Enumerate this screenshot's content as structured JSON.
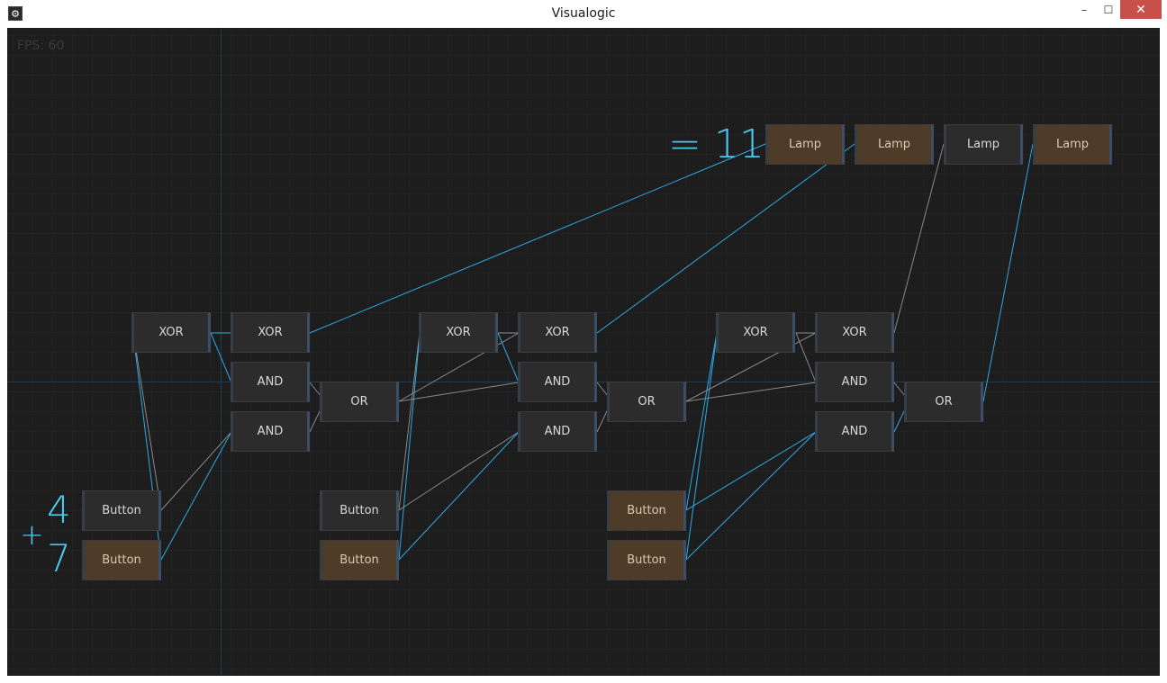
{
  "window": {
    "title": "Visualogic",
    "minimize": "–",
    "maximize": "☐",
    "close": "✕"
  },
  "overlay": {
    "fps": "FPS: 60"
  },
  "annotations": {
    "operand_a": "4",
    "plus": "+",
    "operand_b": "7",
    "result": "= 11"
  },
  "colors": {
    "wire_on": "#2ea9e6",
    "wire_off": "#8a8a8a",
    "node_on": "#4e3c28",
    "node_off": "#2c2c2c",
    "accent_text": "#4cc8ef"
  },
  "lamps": [
    {
      "label": "Lamp",
      "state": "on"
    },
    {
      "label": "Lamp",
      "state": "on"
    },
    {
      "label": "Lamp",
      "state": "off"
    },
    {
      "label": "Lamp",
      "state": "on"
    }
  ],
  "adder_stages": [
    {
      "gates": {
        "xor1": "XOR",
        "xor2": "XOR",
        "and1": "AND",
        "and2": "AND",
        "or": "OR"
      },
      "buttons": [
        {
          "label": "Button",
          "state": "off"
        },
        {
          "label": "Button",
          "state": "on"
        }
      ]
    },
    {
      "gates": {
        "xor1": "XOR",
        "xor2": "XOR",
        "and1": "AND",
        "and2": "AND",
        "or": "OR"
      },
      "buttons": [
        {
          "label": "Button",
          "state": "off"
        },
        {
          "label": "Button",
          "state": "on"
        }
      ]
    },
    {
      "gates": {
        "xor1": "XOR",
        "xor2": "XOR",
        "and1": "AND",
        "and2": "AND",
        "or": "OR"
      },
      "buttons": [
        {
          "label": "Button",
          "state": "on"
        },
        {
          "label": "Button",
          "state": "on"
        }
      ]
    }
  ]
}
